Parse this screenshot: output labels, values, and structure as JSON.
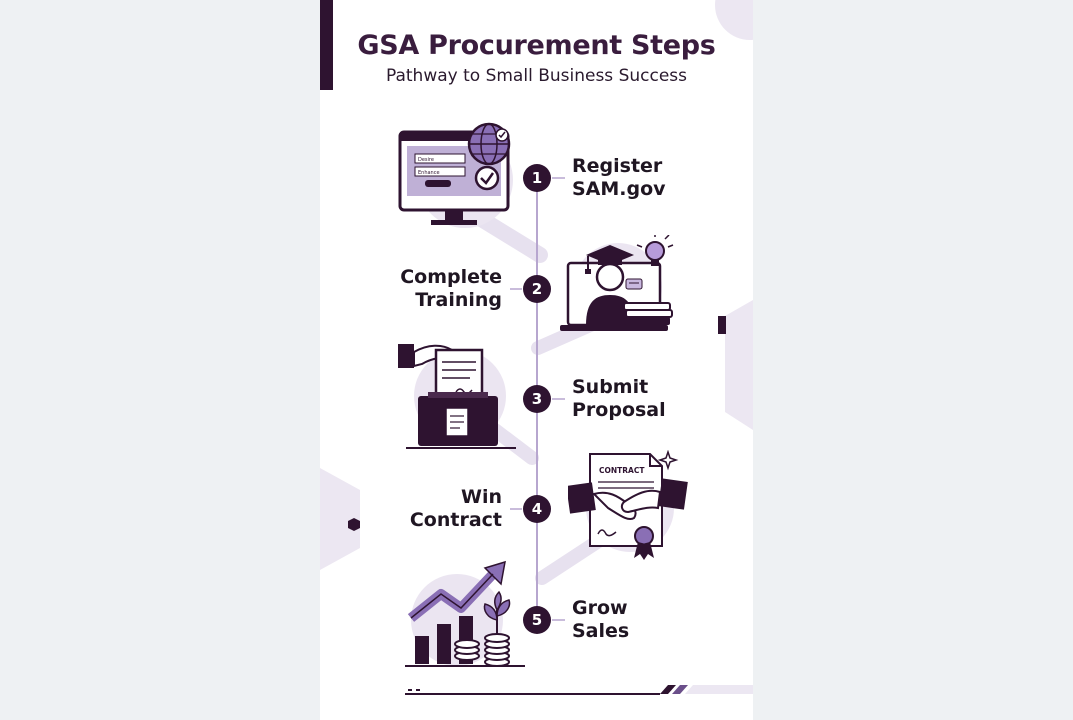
{
  "title": "GSA Procurement Steps",
  "subtitle": "Pathway to Small Business Success",
  "colors": {
    "dark": "#2e1330",
    "accent": "#8a6fb5",
    "light": "#e7e1ef",
    "background": "#ffffff"
  },
  "steps": [
    {
      "number": "1",
      "lines": [
        "Register",
        "SAM.gov"
      ],
      "side": "right",
      "icon": "computer-registration-icon",
      "illustration_text": [
        "Desire",
        "Enhance"
      ]
    },
    {
      "number": "2",
      "lines": [
        "Complete",
        "Training"
      ],
      "side": "left",
      "icon": "graduate-laptop-icon"
    },
    {
      "number": "3",
      "lines": [
        "Submit",
        "Proposal"
      ],
      "side": "right",
      "icon": "proposal-submission-icon"
    },
    {
      "number": "4",
      "lines": [
        "Win",
        "Contract"
      ],
      "side": "left",
      "icon": "handshake-contract-icon",
      "illustration_text": [
        "CONTRACT"
      ]
    },
    {
      "number": "5",
      "lines": [
        "Grow",
        "Sales"
      ],
      "side": "right",
      "icon": "growth-chart-icon"
    }
  ]
}
